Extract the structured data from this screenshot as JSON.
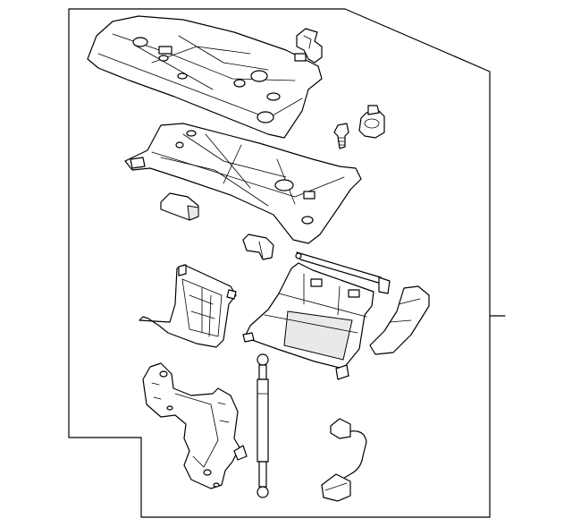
{
  "diagram": {
    "parts": [
      {
        "id": "upper-cover-panel"
      },
      {
        "id": "wire-clip"
      },
      {
        "id": "bolt-stud"
      },
      {
        "id": "bumper-stop"
      },
      {
        "id": "upper-bracket-frame"
      },
      {
        "id": "small-pad"
      },
      {
        "id": "rubber-cushion"
      },
      {
        "id": "hinge-rod"
      },
      {
        "id": "side-hinge-bracket"
      },
      {
        "id": "box-liner"
      },
      {
        "id": "end-cap"
      },
      {
        "id": "damper-strut"
      },
      {
        "id": "mounting-bracket"
      },
      {
        "id": "lamp-harness"
      }
    ]
  }
}
